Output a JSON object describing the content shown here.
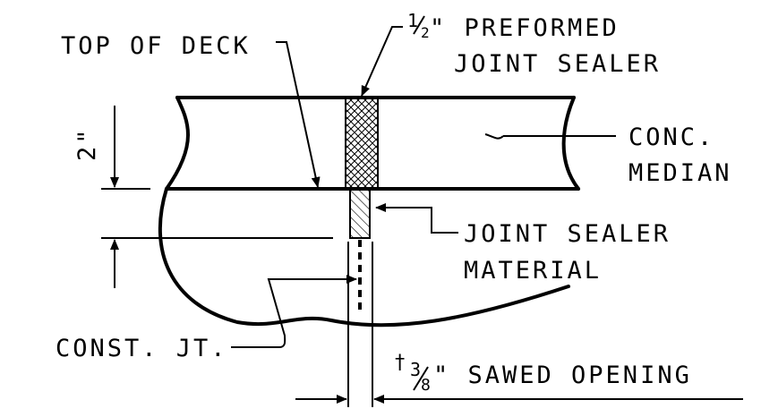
{
  "labels": {
    "top_of_deck": "TOP OF DECK",
    "preformed_fraction_num": "1",
    "preformed_fraction_den": "2",
    "preformed_rest": "\" PREFORMED",
    "preformed_line2": "JOINT SEALER",
    "conc": "CONC.",
    "median": "MEDIAN",
    "joint_sealer": "JOINT SEALER",
    "material": "MATERIAL",
    "const_jt": "CONST. JT.",
    "dimension_2in": "2\"",
    "dagger": "†",
    "sawed_num": "3",
    "sawed_den": "8",
    "sawed_rest": "\" SAWED OPENING"
  }
}
